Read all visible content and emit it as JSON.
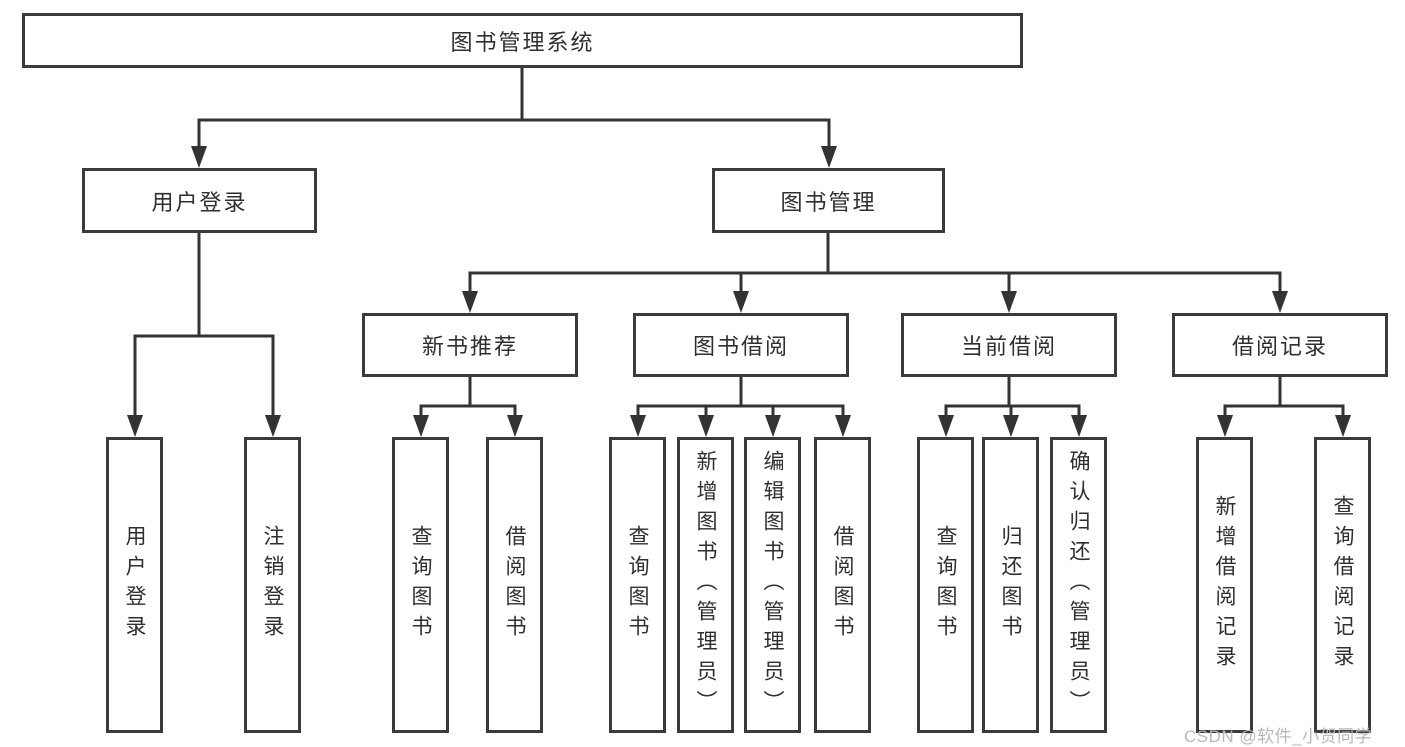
{
  "title": "图书管理系统",
  "nodes": {
    "root": "图书管理系统",
    "level2": {
      "user_login": "用户登录",
      "book_management": "图书管理"
    },
    "level3": {
      "new_book_recommend": "新书推荐",
      "book_borrow": "图书借阅",
      "current_borrow": "当前借阅",
      "borrow_records": "借阅记录"
    },
    "leaves": [
      "用户登录",
      "注销登录",
      "查询图书",
      "借阅图书",
      "查询图书",
      "新增图书（管理员）",
      "编辑图书（管理员）",
      "借阅图书",
      "查询图书",
      "归还图书",
      "确认归还（管理员）",
      "新增借阅记录",
      "查询借阅记录"
    ]
  },
  "watermark": "CSDN @软件_小贺同学",
  "colors": {
    "line": "#333333",
    "border": "#3b3b3b",
    "text": "#2f2f2f",
    "background": "#ffffff",
    "watermark": "#b8b8b8"
  }
}
